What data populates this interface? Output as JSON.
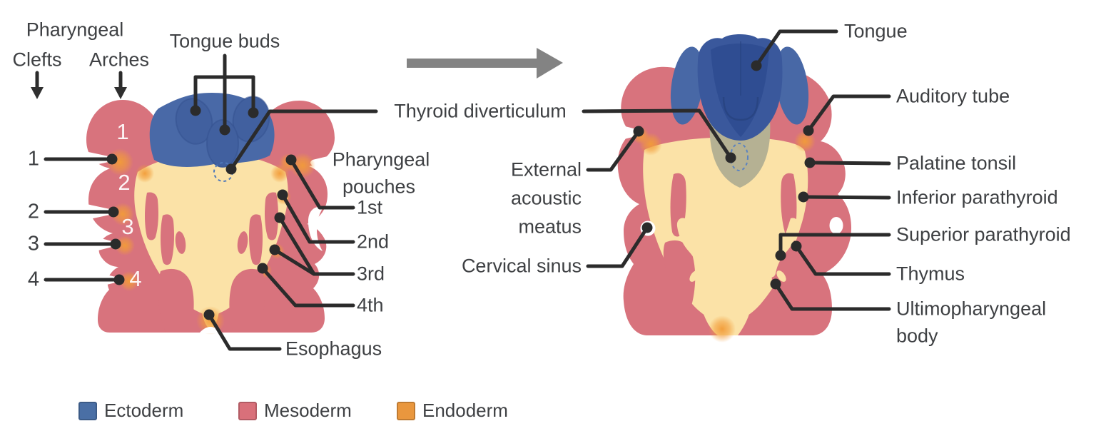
{
  "palette": {
    "ectoderm": "#4A6FA5",
    "mesoderm": "#D9707A",
    "endoderm": "#E9973E",
    "pharynx_interior": "#FBE2A7",
    "tongue_dark": "#2F4D92",
    "olive_thyroid_path": "#B5B193",
    "leader_line": "#2B2B2B",
    "text": "#3E4043",
    "transition_arrow": "#838383"
  },
  "left_diagram": {
    "pharyngeal_label": "Pharyngeal",
    "clefts_label": "Clefts",
    "arches_label": "Arches",
    "tongue_buds_label": "Tongue buds",
    "cleft_numbers": [
      "1",
      "2",
      "3",
      "4"
    ],
    "arch_numbers": [
      "1",
      "2",
      "3",
      "4"
    ],
    "pouches_title_line1": "Pharyngeal",
    "pouches_title_line2": "pouches",
    "pouch_labels": [
      "1st",
      "2nd",
      "3rd",
      "4th"
    ],
    "esophagus_label": "Esophagus"
  },
  "center_labels": {
    "thyroid_diverticulum": "Thyroid diverticulum"
  },
  "right_diagram": {
    "tongue_label": "Tongue",
    "auditory_tube_label": "Auditory tube",
    "palatine_tonsil_label": "Palatine tonsil",
    "inferior_parathyroid_label": "Inferior parathyroid",
    "superior_parathyroid_label": "Superior parathyroid",
    "thymus_label": "Thymus",
    "ultimopharyngeal_line1": "Ultimopharyngeal",
    "ultimopharyngeal_line2": "body",
    "external_acoustic_line1": "External",
    "external_acoustic_line2": "acoustic",
    "external_acoustic_line3": "meatus",
    "cervical_sinus_label": "Cervical sinus"
  },
  "legend": [
    {
      "label": "Ectoderm",
      "color": "#4A6FA5"
    },
    {
      "label": "Mesoderm",
      "color": "#D9707A"
    },
    {
      "label": "Endoderm",
      "color": "#E9973E"
    }
  ]
}
